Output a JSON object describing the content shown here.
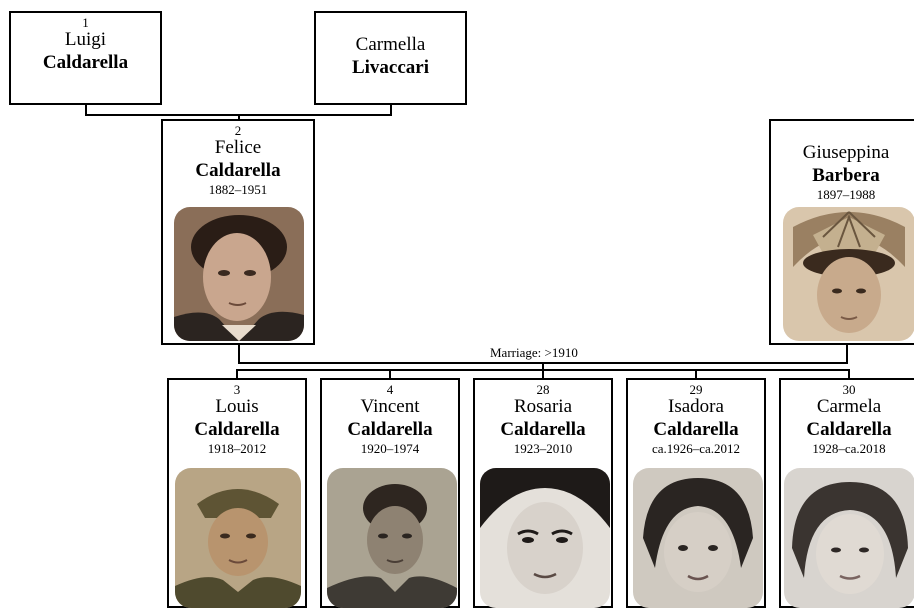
{
  "persons": {
    "luigi": {
      "number": "1",
      "given": "Luigi",
      "surname": "Caldarella"
    },
    "carmella": {
      "given": "Carmella",
      "surname": "Livaccari"
    },
    "felice": {
      "number": "2",
      "given": "Felice",
      "surname": "Caldarella",
      "dates": "1882–1951",
      "photo": "portrait-photo"
    },
    "giuseppina": {
      "given": "Giuseppina",
      "surname": "Barbera",
      "dates": "1897–1988",
      "photo": "portrait-photo"
    },
    "louis": {
      "number": "3",
      "given": "Louis",
      "surname": "Caldarella",
      "dates": "1918–2012",
      "photo": "portrait-photo"
    },
    "vincent": {
      "number": "4",
      "given": "Vincent",
      "surname": "Caldarella",
      "dates": "1920–1974",
      "photo": "portrait-photo"
    },
    "rosaria": {
      "number": "28",
      "given": "Rosaria",
      "surname": "Caldarella",
      "dates": "1923–2010",
      "photo": "portrait-photo"
    },
    "isadora": {
      "number": "29",
      "given": "Isadora",
      "surname": "Caldarella",
      "dates": "ca.1926–ca.2012",
      "photo": "portrait-photo"
    },
    "carmela": {
      "number": "30",
      "given": "Carmela",
      "surname": "Caldarella",
      "dates": "1928–ca.2018",
      "photo": "portrait-photo"
    }
  },
  "marriage_label": "Marriage: >1910",
  "colors": {
    "border": "#000000",
    "background": "#ffffff",
    "sepia_dark": "#3b2a1e",
    "sepia_light": "#c9b49a"
  }
}
